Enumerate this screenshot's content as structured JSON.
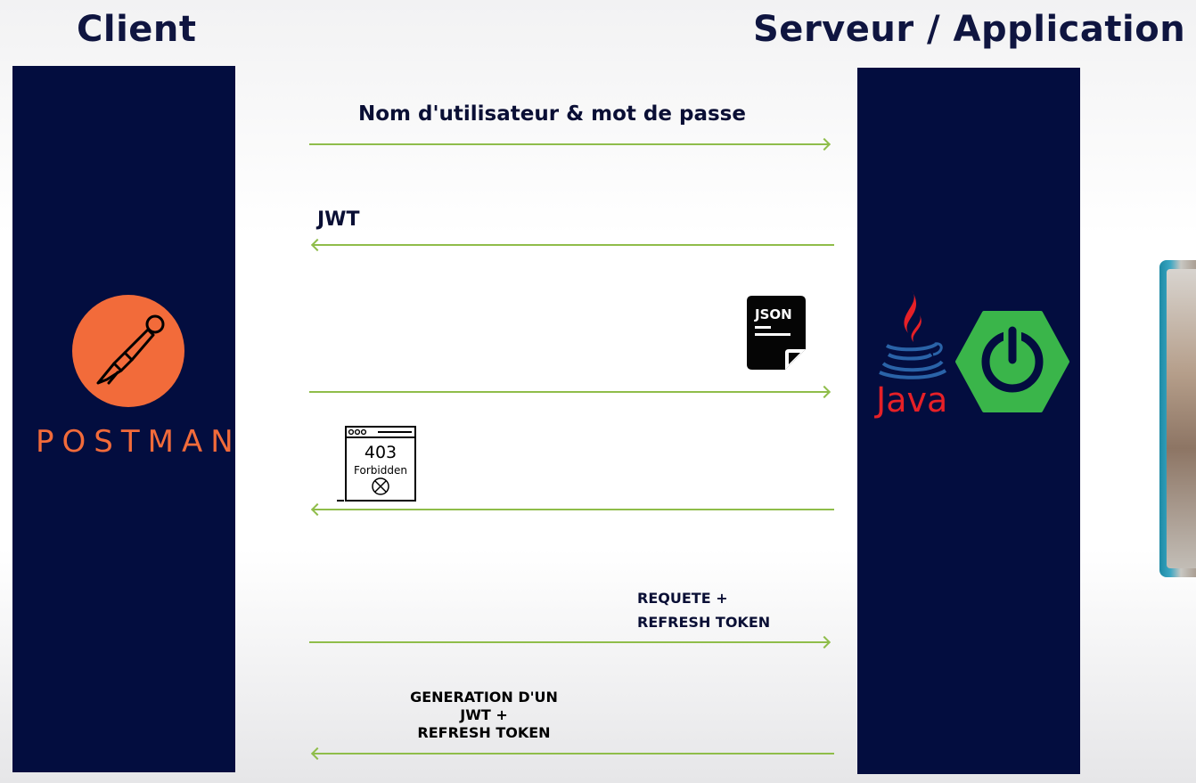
{
  "headers": {
    "client": "Client",
    "server": "Serveur / Application"
  },
  "client": {
    "logo_text": "POSTMAN",
    "logo_color": "#f26b3a"
  },
  "server": {
    "java_text": "Java",
    "java_color": "#e62027",
    "spring_color": "#3ab54a"
  },
  "messages": {
    "credentials": "Nom d'utilisateur & mot de passe",
    "jwt": "JWT",
    "json_icon_label": "JSON",
    "forbidden_code": "403",
    "forbidden_text": "Forbidden",
    "requete_line1": "REQUETE +",
    "requete_line2": "REFRESH TOKEN",
    "generation_line1": "GENERATION D'UN",
    "generation_line2": "JWT +",
    "generation_line3": "REFRESH TOKEN"
  },
  "colors": {
    "panel": "#030d3f",
    "arrow": "#8fbd4a",
    "title": "#0f1540"
  }
}
